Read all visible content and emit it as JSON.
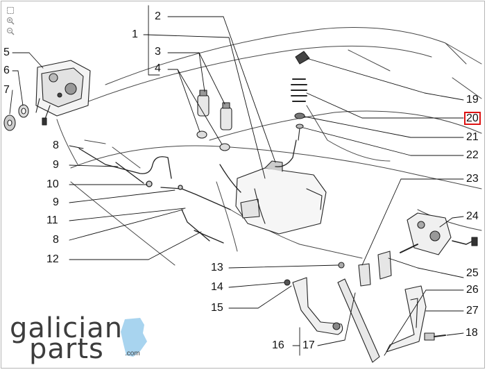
{
  "zoom_tools": [
    {
      "name": "fit-page-icon"
    },
    {
      "name": "zoom-in-icon"
    },
    {
      "name": "zoom-out-icon"
    }
  ],
  "callouts": [
    {
      "id": "c1",
      "label": "1"
    },
    {
      "id": "c2",
      "label": "2"
    },
    {
      "id": "c3",
      "label": "3"
    },
    {
      "id": "c4",
      "label": "4"
    },
    {
      "id": "c5",
      "label": "5"
    },
    {
      "id": "c6",
      "label": "6"
    },
    {
      "id": "c7",
      "label": "7"
    },
    {
      "id": "c8a",
      "label": "8"
    },
    {
      "id": "c9a",
      "label": "9"
    },
    {
      "id": "c10",
      "label": "10"
    },
    {
      "id": "c9b",
      "label": "9"
    },
    {
      "id": "c11",
      "label": "11"
    },
    {
      "id": "c8b",
      "label": "8"
    },
    {
      "id": "c12",
      "label": "12"
    },
    {
      "id": "c13",
      "label": "13"
    },
    {
      "id": "c14",
      "label": "14"
    },
    {
      "id": "c15",
      "label": "15"
    },
    {
      "id": "c16",
      "label": "16"
    },
    {
      "id": "c17",
      "label": "17"
    },
    {
      "id": "c18",
      "label": "18"
    },
    {
      "id": "c19",
      "label": "19"
    },
    {
      "id": "c20",
      "label": "20",
      "highlighted": true
    },
    {
      "id": "c21",
      "label": "21"
    },
    {
      "id": "c22",
      "label": "22"
    },
    {
      "id": "c23",
      "label": "23"
    },
    {
      "id": "c24",
      "label": "24"
    },
    {
      "id": "c25",
      "label": "25"
    },
    {
      "id": "c26",
      "label": "26"
    },
    {
      "id": "c27",
      "label": "27"
    }
  ],
  "logo": {
    "line1": "galician",
    "line2": "parts",
    "suffix": ".com"
  },
  "colors": {
    "highlight": "#dd1111",
    "ink": "#111111",
    "logo_gray": "#3d3d3d",
    "logo_blue": "#a8d4ef"
  }
}
